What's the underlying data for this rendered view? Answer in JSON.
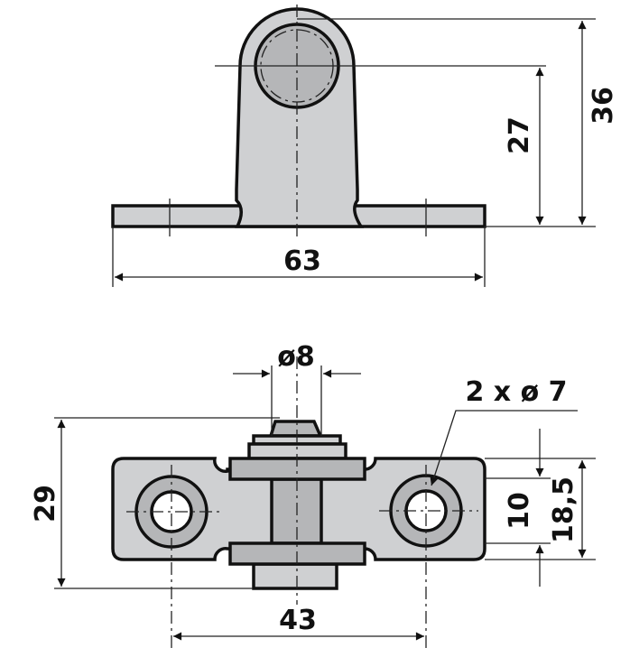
{
  "title": "Bracket technical drawing",
  "dimensions": {
    "overall_width": "63",
    "overall_height": "36",
    "pin_height": "27",
    "pin_diameter": "ø8",
    "holes": "2 x ø 7",
    "depth": "29",
    "hole_spacing": "43",
    "slot_width": "10",
    "plate_width": "18,5"
  },
  "colors": {
    "part": "#cfd0d2",
    "pin": "#b5b6b8",
    "line": "#111111"
  }
}
